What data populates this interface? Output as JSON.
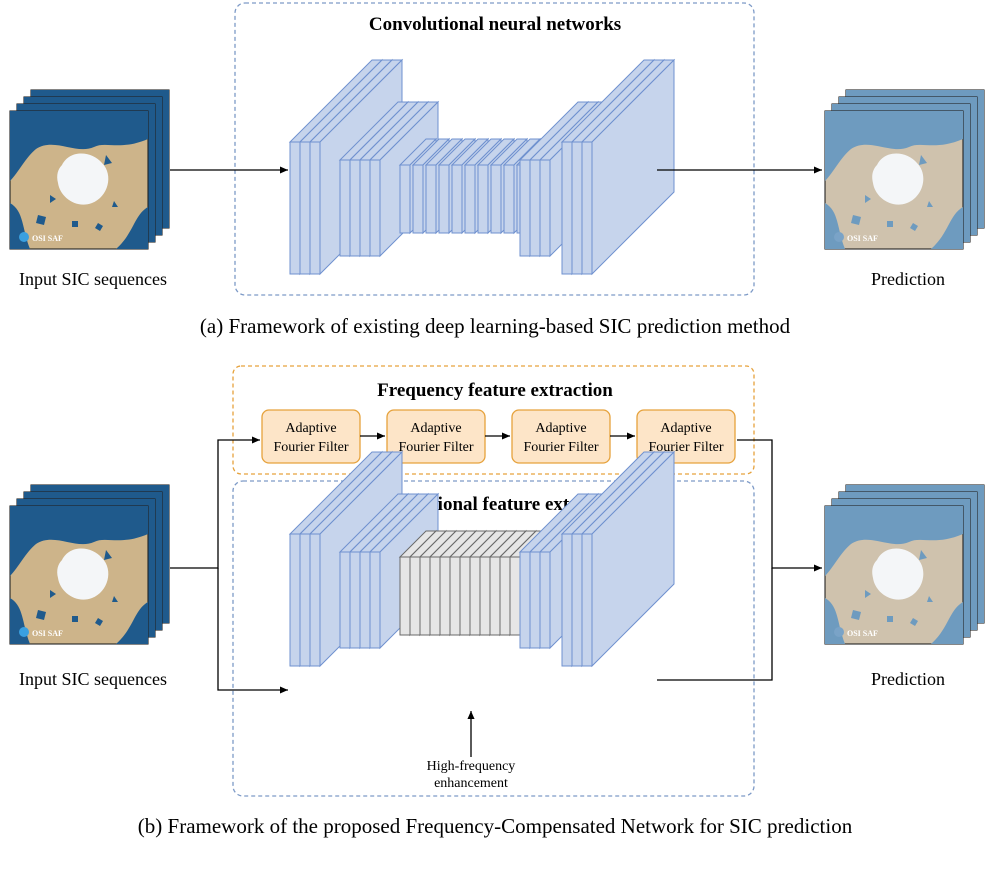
{
  "colors": {
    "ocean": "#1f5a8c",
    "land": "#cdb48a",
    "ice": "#f4f6f8",
    "pred_ocean": "#6e9bbf",
    "pred_land": "#cfc2ad",
    "layer_fill": "#c6d4ec",
    "layer_stroke": "#6f91cf",
    "hf_fill": "#e6e6e6",
    "hf_stroke": "#6a6a6a",
    "blue_dash": "#7d9ac7",
    "orange_dash": "#e6a23c",
    "filter_fill": "#fde5c8",
    "filter_stroke": "#e6a23c"
  },
  "panel_a": {
    "box_title": "Convolutional neural networks",
    "input_label": "Input SIC sequences",
    "output_label": "Prediction",
    "logo_text": "OSI SAF",
    "caption": "(a) Framework of existing deep learning-based SIC prediction method"
  },
  "panel_b": {
    "freq_title": "Frequency feature extraction",
    "conv_title": "Convolutional feature extraction",
    "filters": [
      {
        "line1": "Adaptive",
        "line2": "Fourier Filter"
      },
      {
        "line1": "Adaptive",
        "line2": "Fourier Filter"
      },
      {
        "line1": "Adaptive",
        "line2": "Fourier Filter"
      },
      {
        "line1": "Adaptive",
        "line2": "Fourier Filter"
      }
    ],
    "hf_label_1": "High-frequency",
    "hf_label_2": "enhancement",
    "input_label": "Input SIC sequences",
    "output_label": "Prediction",
    "logo_text": "OSI SAF",
    "caption": "(b) Framework of the proposed Frequency-Compensated Network for SIC prediction"
  }
}
